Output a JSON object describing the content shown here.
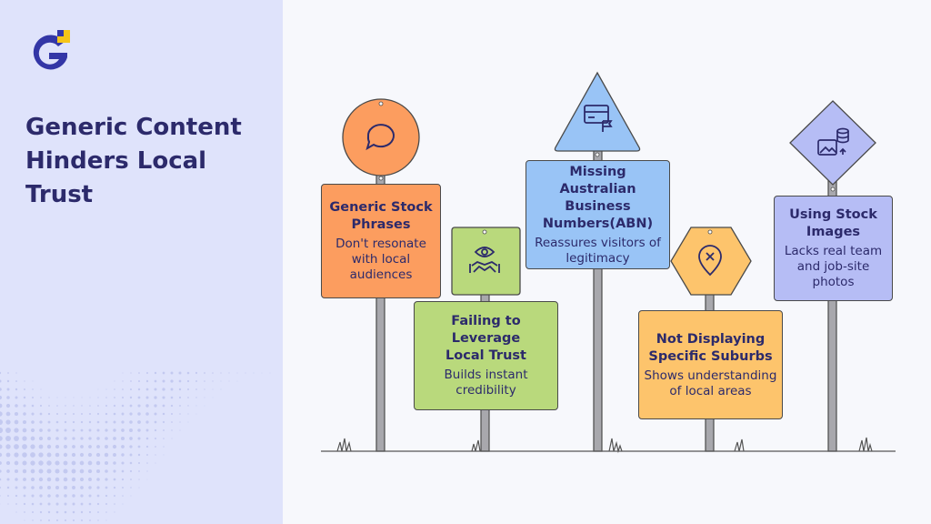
{
  "brand": {
    "logo_icon": "g-letter-logo-icon",
    "accent": "#f5c518",
    "primary": "#2c2a6b"
  },
  "headline": {
    "line1": "Generic Content",
    "line2": "Hinders Local",
    "line3": "Trust"
  },
  "signs": [
    {
      "title": "Generic Stock Phrases",
      "description": "Don't resonate with local audiences",
      "icon": "speech-bubble-icon",
      "color": "#fc9d5f"
    },
    {
      "title": "Failing to Leverage Local Trust",
      "description": "Builds instant credibility",
      "icon": "eye-handshake-icon",
      "color": "#b9d97c"
    },
    {
      "title": "Missing Australian Business Numbers(ABN)",
      "description": "Reassures visitors of legitimacy",
      "icon": "id-card-flag-icon",
      "color": "#99c4f6"
    },
    {
      "title": "Not Displaying Specific Suburbs",
      "description": "Shows understanding of local areas",
      "icon": "location-pin-x-icon",
      "color": "#fdc46c"
    },
    {
      "title": "Using Stock Images",
      "description": "Lacks real team and job-site photos",
      "icon": "image-database-icon",
      "color": "#b6bdf5"
    }
  ]
}
